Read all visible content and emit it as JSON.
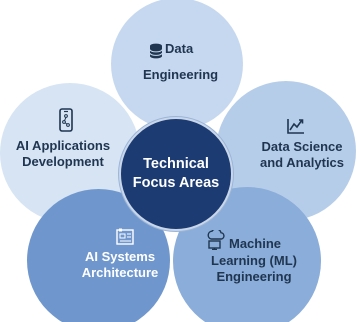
{
  "diagram": {
    "center": {
      "label": "Technical\nFocus Areas"
    },
    "petals": {
      "data_engineering": {
        "label_line1": "Data",
        "label_line2": "Engineering",
        "icon": "database-icon"
      },
      "ai_applications": {
        "label": "AI Applications\nDevelopment",
        "icon": "mobile-app-icon"
      },
      "data_science": {
        "label": "Data Science\nand Analytics",
        "icon": "chart-trend-icon"
      },
      "ai_systems": {
        "label": "AI Systems\nArchitecture",
        "icon": "blueprint-icon"
      },
      "machine_learning": {
        "label_line1": "Machine",
        "label_line2": "Learning (ML)\nEngineering",
        "icon": "cloud-computer-icon"
      }
    },
    "colors": {
      "center": "#1c3b73",
      "text_dark": "#1f3550",
      "petal_light": "#d6e4f4",
      "petal_mid": "#c6d8f0",
      "petal_dark": "#6f97cd"
    }
  }
}
